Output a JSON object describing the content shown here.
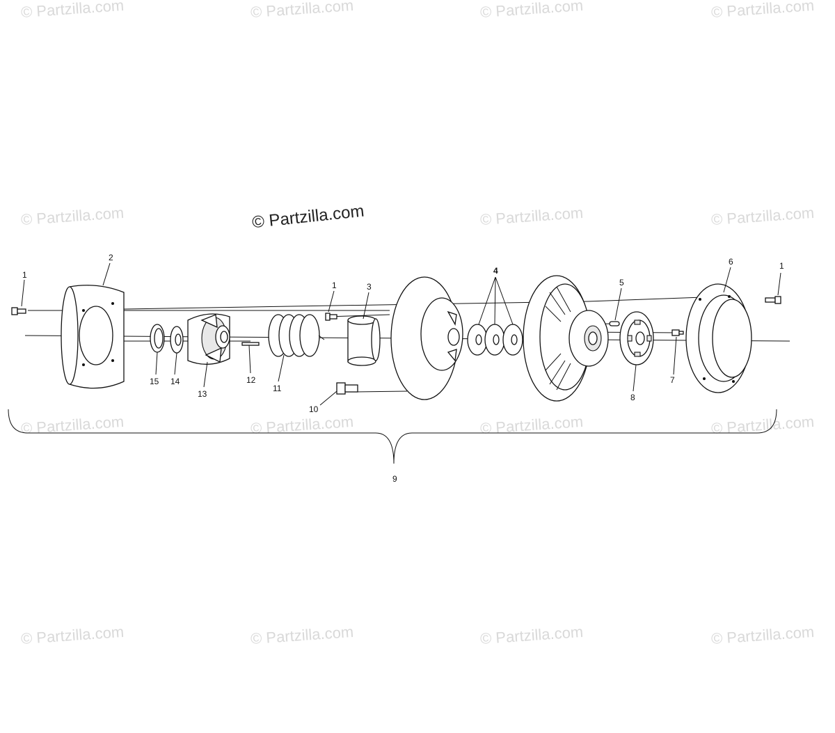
{
  "watermark": "© Partzilla.com",
  "callouts": {
    "c1a": "1",
    "c1b": "1",
    "c1c": "1",
    "c2": "2",
    "c3": "3",
    "c4": "4",
    "c5": "5",
    "c6": "6",
    "c7": "7",
    "c8": "8",
    "c9": "9",
    "c10": "10",
    "c11": "11",
    "c12": "12",
    "c13": "13",
    "c14": "14",
    "c15": "15"
  }
}
